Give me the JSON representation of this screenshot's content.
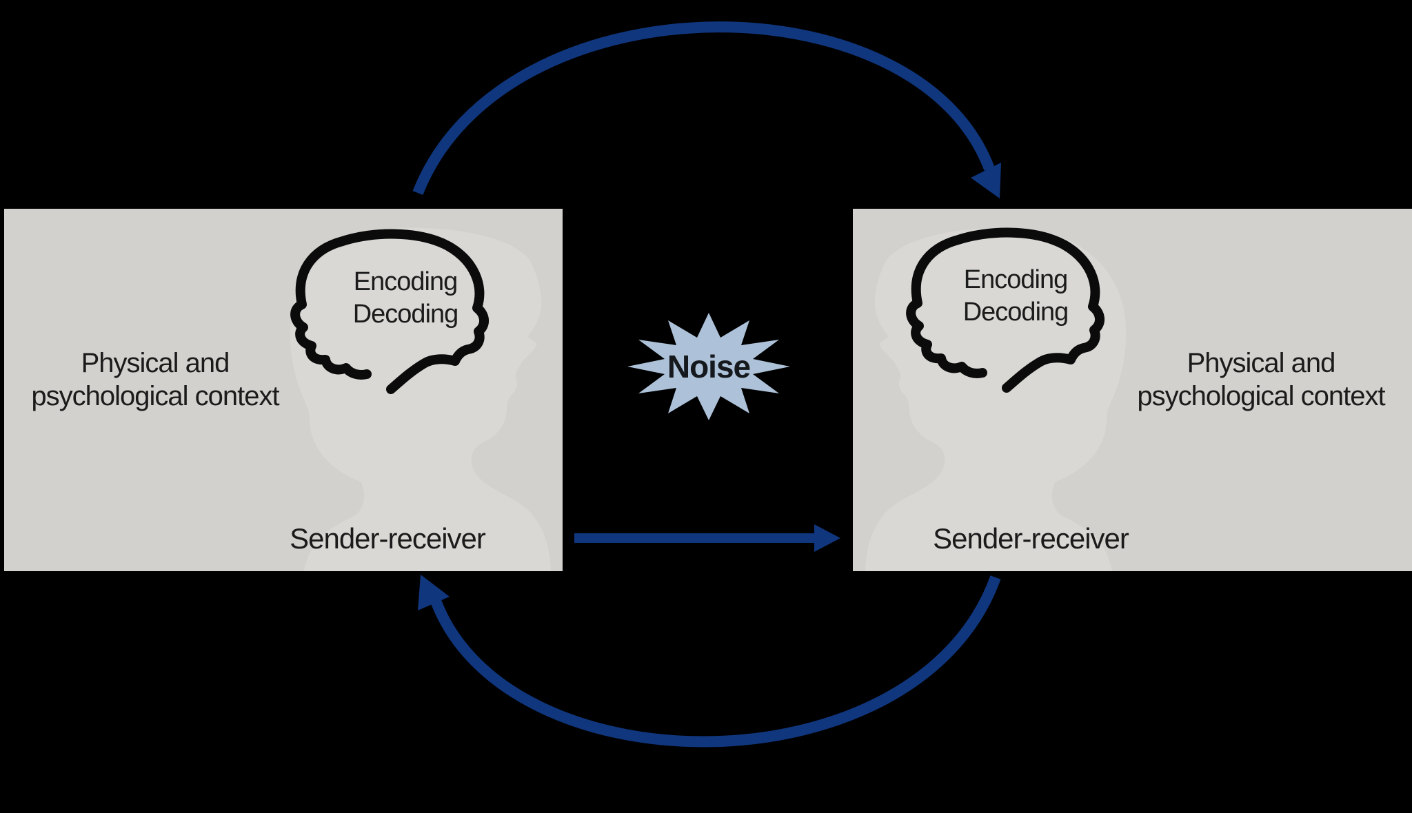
{
  "title": "Transactional model of communication diagram",
  "colors": {
    "background": "#000000",
    "box_fill": "#d3d1ce",
    "silhouette_fill": "#dad8d5",
    "brain_stroke": "#0b0b0b",
    "arrow_blue": "#10367e",
    "star_fill": "#adc2d9",
    "text_dark": "#1b1b1b",
    "noise_text": "#15181d"
  },
  "left_box": {
    "context_line1": "Physical and",
    "context_line2": "psychological context",
    "brain_line1": "Encoding",
    "brain_line2": "Decoding",
    "role_label": "Sender-receiver"
  },
  "right_box": {
    "context_line1": "Physical and",
    "context_line2": "psychological context",
    "brain_line1": "Encoding",
    "brain_line2": "Decoding",
    "role_label": "Sender-receiver"
  },
  "noise": {
    "label": "Noise"
  },
  "icons": {
    "top_arrow": "curved-arrow-left-to-right",
    "bottom_arrow": "curved-arrow-right-to-left",
    "middle_arrow": "straight-arrow-right",
    "star": "noise-starburst",
    "brain": "brain-outline",
    "head": "head-profile-silhouette"
  }
}
